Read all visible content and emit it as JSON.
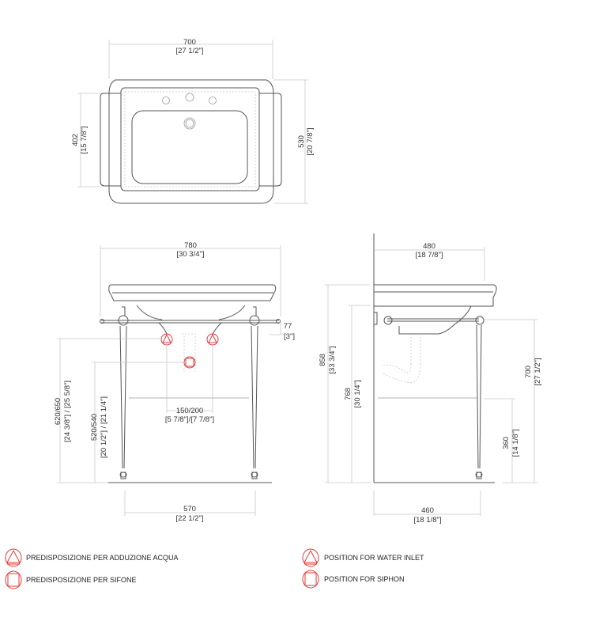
{
  "top_view": {
    "width": "700",
    "width_in": "[27 1/2\"]",
    "inner_depth": "402",
    "inner_depth_in": "[15 7/8\"]",
    "depth": "530",
    "depth_in": "[20 7/8\"]"
  },
  "front_view": {
    "width": "780",
    "width_in": "[30 3/4\"]",
    "rail_offset": "77",
    "rail_offset_in": "[3\"]",
    "inlet_height": "620/650",
    "inlet_height_in": "[24 3/8\"] / [25 5/8\"]",
    "siphon_height": "520/540",
    "siphon_height_in": "[20 1/2\"] / [21 1/4\"]",
    "inlet_spacing": "150/200",
    "inlet_spacing_in": "[5 7/8\"]/[7 7/8\"]",
    "leg_span": "570",
    "leg_span_in": "[22 1/2\"]"
  },
  "side_view": {
    "depth": "480",
    "depth_in": "[18 7/8\"]",
    "total_height": "858",
    "total_height_in": "[33 3/4\"]",
    "rim_height": "768",
    "rim_height_in": "[30 1/4\"]",
    "rail_height": "700",
    "rail_height_in": "[27 1/2\"]",
    "shelf_height": "360",
    "shelf_height_in": "[14 1/8\"]",
    "leg_depth": "460",
    "leg_depth_in": "[18 1/8\"]"
  },
  "legend": {
    "water_inlet_it": "PREDISPOSIZIONE PER ADDUZIONE ACQUA",
    "siphon_it": "PREDISPOSIZIONE PER SIFONE",
    "water_inlet_en": "POSITION FOR WATER INLET",
    "siphon_en": "POSITION FOR SIPHON"
  },
  "colors": {
    "marker": "#e03a3a",
    "line": "#555555",
    "dimension": "#c8c8c8"
  }
}
